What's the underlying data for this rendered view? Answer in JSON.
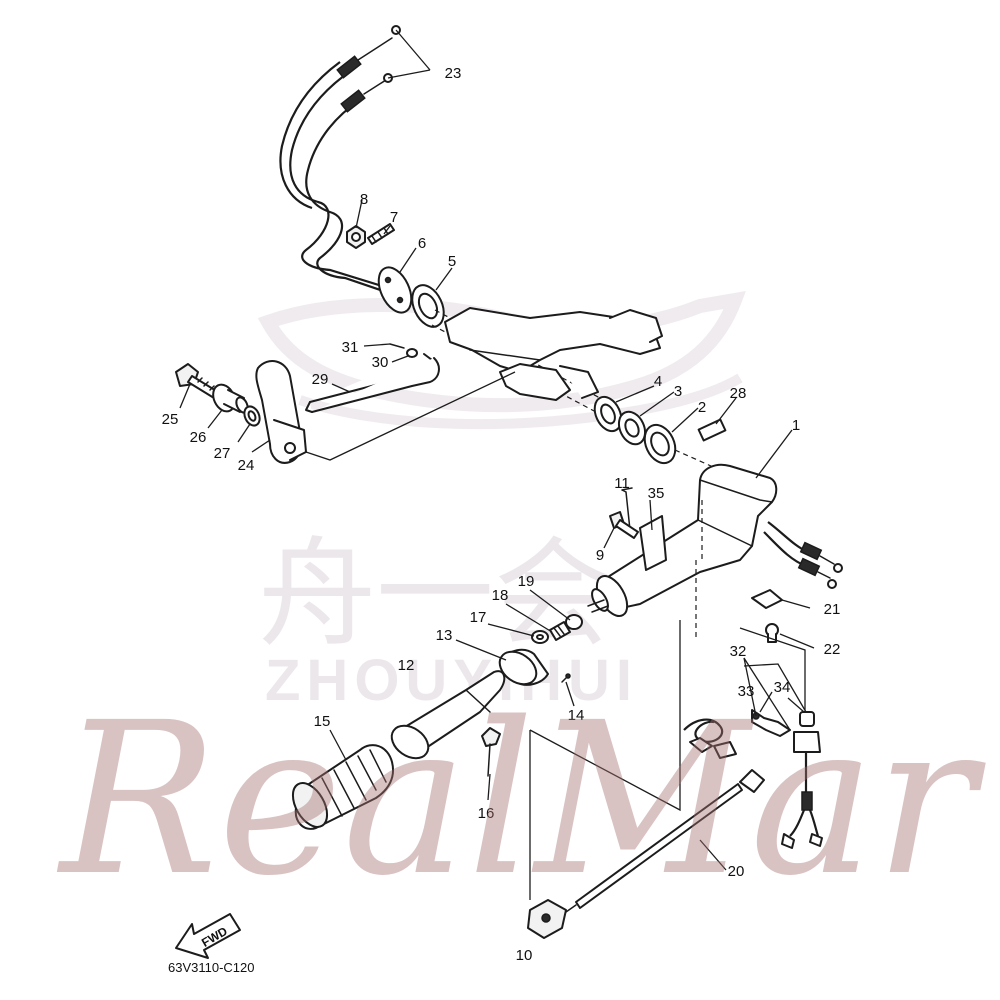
{
  "diagram": {
    "code": "63V3110-C120",
    "fwd_label": "FWD",
    "callouts": [
      "1",
      "2",
      "3",
      "4",
      "5",
      "6",
      "7",
      "8",
      "9",
      "10",
      "11",
      "12",
      "13",
      "14",
      "15",
      "16",
      "17",
      "18",
      "19",
      "20",
      "21",
      "22",
      "23",
      "24",
      "25",
      "26",
      "27",
      "28",
      "29",
      "30",
      "31",
      "32",
      "33",
      "34",
      "35"
    ]
  },
  "watermarks": {
    "chinese": "舟一会",
    "latin": "ZHOUYIHUI",
    "brand": "RealMar"
  }
}
